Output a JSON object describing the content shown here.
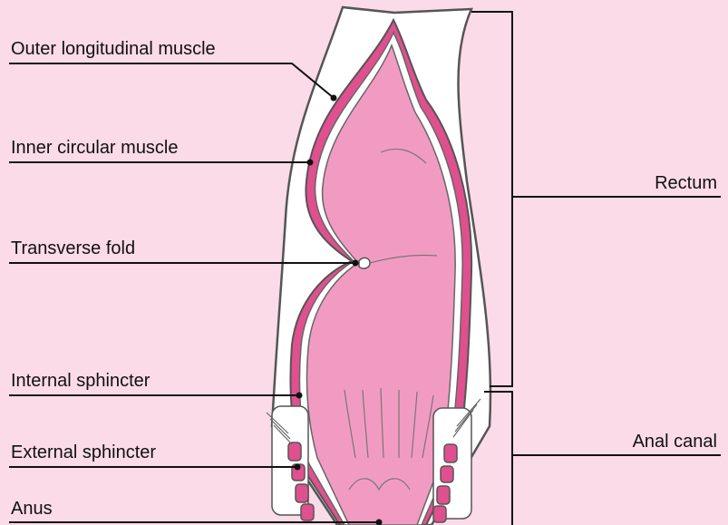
{
  "labels": {
    "outer_longitudinal": "Outer longitudinal muscle",
    "inner_circular": "Inner circular muscle",
    "transverse_fold": "Transverse fold",
    "internal_sphincter": "Internal sphincter",
    "external_sphincter": "External sphincter",
    "anus": "Anus",
    "rectum": "Rectum",
    "anal_canal": "Anal canal"
  },
  "colors": {
    "background": "#fbdbe8",
    "lumen": "#f29bc2",
    "muscle": "#e0508e",
    "wall": "#ffffff",
    "outline": "#555555",
    "leader": "#111111"
  }
}
